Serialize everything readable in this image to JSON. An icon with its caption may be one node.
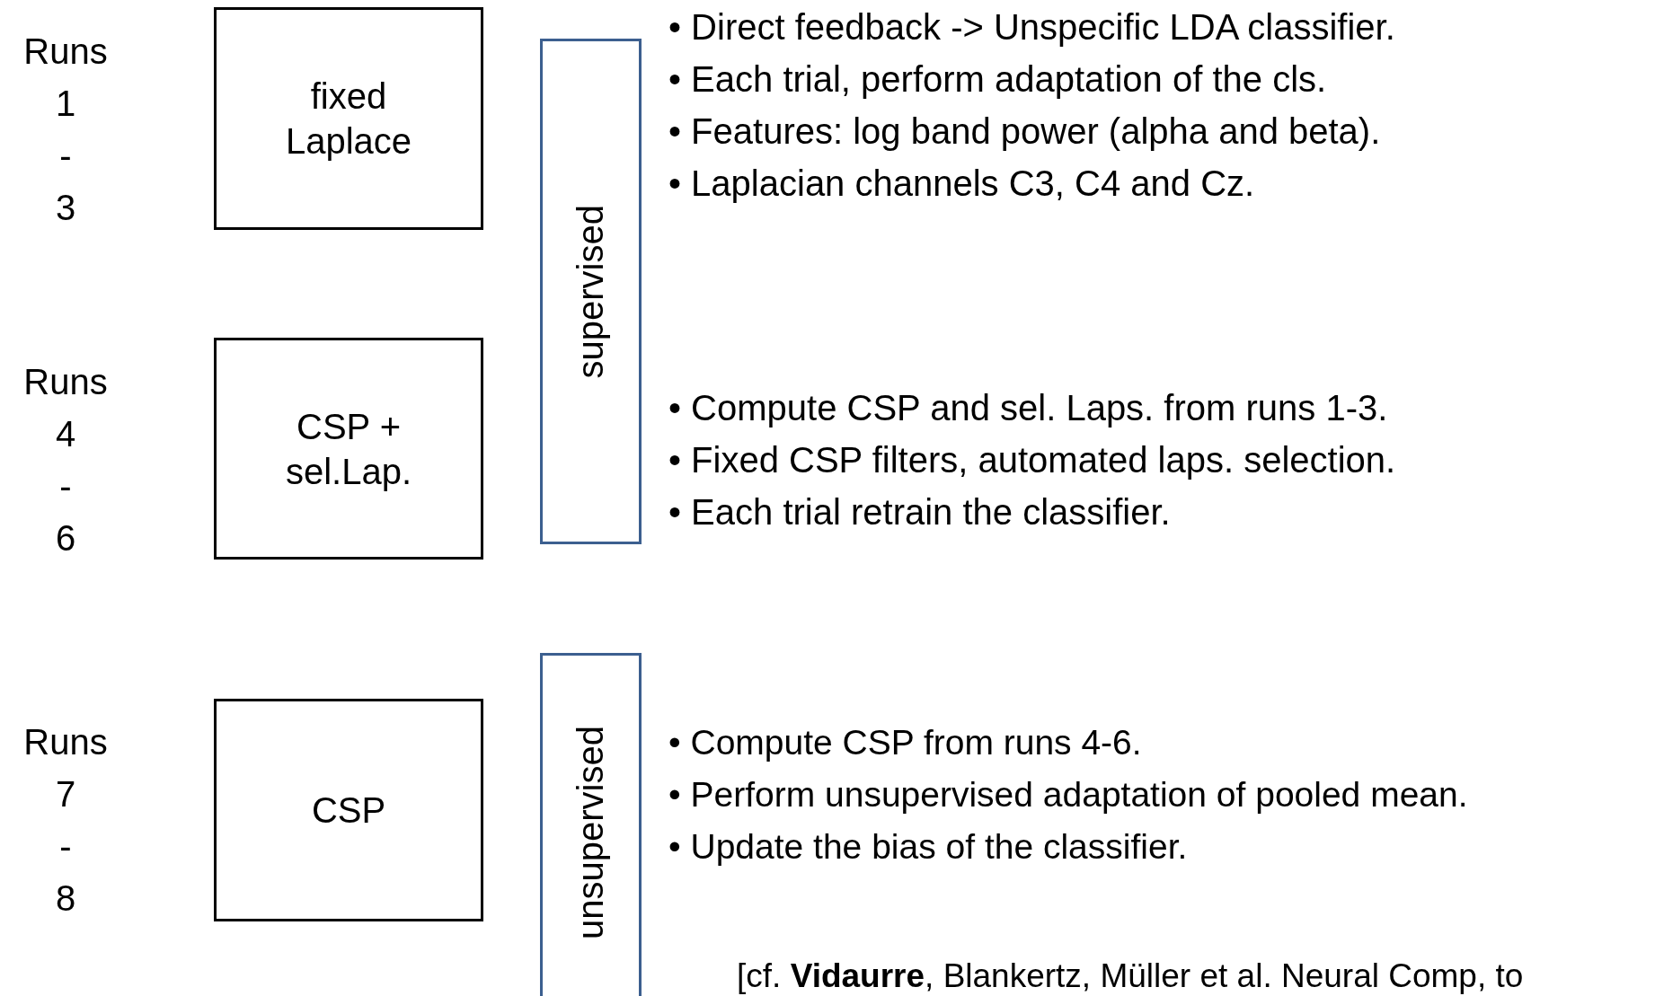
{
  "diagram": {
    "nodes": [
      {
        "text": [
          "fixed Laplace"
        ]
      },
      {
        "text": [
          "CSP + sel.Lap."
        ]
      },
      {
        "text": [
          "CSP"
        ]
      },
      {
        "text": [
          "supervised"
        ]
      },
      {
        "text": [
          "unsupervised"
        ]
      }
    ],
    "labels": [
      "Runs",
      "1",
      "-",
      "3",
      "• Direct feedback -> Unspecific LDA classifier.",
      "• Each trial, perform adaptation of the cls.",
      "• Features: log band power (alpha and beta).",
      "• Laplacian channels C3, C4 and Cz.",
      "Runs",
      "4",
      "-",
      "6",
      "• Compute CSP and sel. Laps. from runs 1-3.",
      "• Fixed CSP filters, automated laps. selection.",
      "• Each trial retrain the classifier.",
      "Runs",
      "7",
      "-",
      "8",
      "• Compute CSP from runs 4-6.",
      "• Perform unsupervised adaptation of pooled mean.",
      "• Update the bias of the classifier.",
      "[cf. **Vidaurre**, Blankertz, Müller et al. Neural Comp, to"
    ]
  }
}
